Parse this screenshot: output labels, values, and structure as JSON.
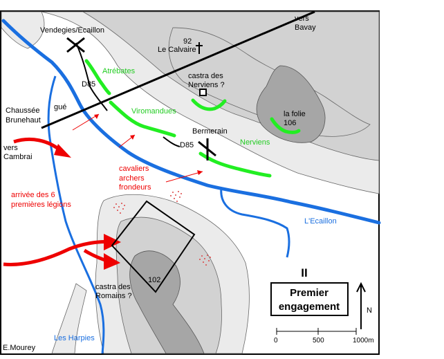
{
  "labels": {
    "vendegies": "Vendegies/Ecaillon",
    "vers_bavay_1": "vers",
    "vers_bavay_2": "Bavay",
    "altitude_92": "92",
    "le_calvaire": "Le Calvaire",
    "castra_nerviens_1": "castra des",
    "castra_nerviens_2": "Nerviens ?",
    "la_folie": "la folie",
    "altitude_106": "106",
    "d85_north": "D85",
    "d85_south": "D85",
    "chaussee_1": "Chaussée",
    "chaussee_2": "Brunehaut",
    "gue": "gué",
    "vers_cambrai_1": "vers",
    "vers_cambrai_2": "Cambrai",
    "bermerain": "Bermerain",
    "cavaliers": "cavaliers",
    "archers": "archers",
    "frondeurs": "frondeurs",
    "arrivee_1": "arrivée des 6",
    "arrivee_2": "premières légions",
    "l_ecaillon": "L'Ecaillon",
    "castra_romains_1": "castra des",
    "castra_romains_2": "Romains ?",
    "altitude_102": "102",
    "les_harpies": "Les Harpies",
    "author": "E.Mourey"
  },
  "tribes": {
    "atrebates": "Atrébates",
    "viromandues": "Viromandues",
    "nerviens": "Nerviens"
  },
  "title_box": {
    "numeral": "II",
    "line1": "Premier",
    "line2": "engagement"
  },
  "north_arrow": {
    "label": "N"
  },
  "scale_bar": {
    "tick_0": "0",
    "tick_500": "500",
    "tick_1000": "1000m"
  },
  "colors": {
    "river": "#1a6fe0",
    "tribe_lines": "#22ee22",
    "roman_arrows": "#ee0000",
    "terrain_light": "#ebebeb",
    "terrain_mid": "#d2d2d2",
    "terrain_high": "#a6a6a6",
    "roads": "#000000"
  }
}
